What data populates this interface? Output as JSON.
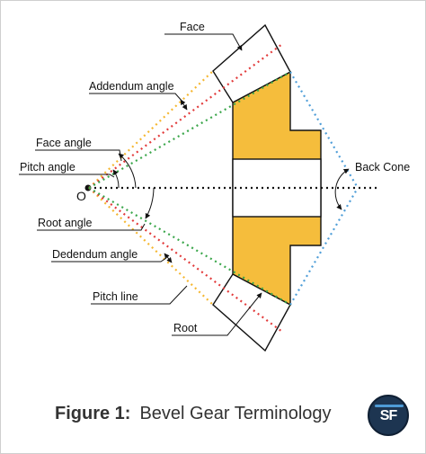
{
  "labels": {
    "face": "Face",
    "addendum_angle": "Addendum angle",
    "face_angle": "Face angle",
    "pitch_angle": "Pitch angle",
    "origin": "O",
    "root_angle": "Root angle",
    "dedendum_angle": "Dedendum angle",
    "pitch_line": "Pitch line",
    "root": "Root",
    "back_cone": "Back Cone"
  },
  "caption": {
    "figure": "Figure 1:",
    "title": "Bevel Gear Terminology"
  },
  "logo": {
    "text": "SF"
  },
  "colors": {
    "gear_fill": "#f5bd3c",
    "face_line": "#f5b731",
    "pitch_line": "#e23b3b",
    "root_line": "#3aa64a",
    "back_cone_line": "#4f9ed8",
    "axis_line": "#111111",
    "logo_bg": "#1d3551"
  }
}
